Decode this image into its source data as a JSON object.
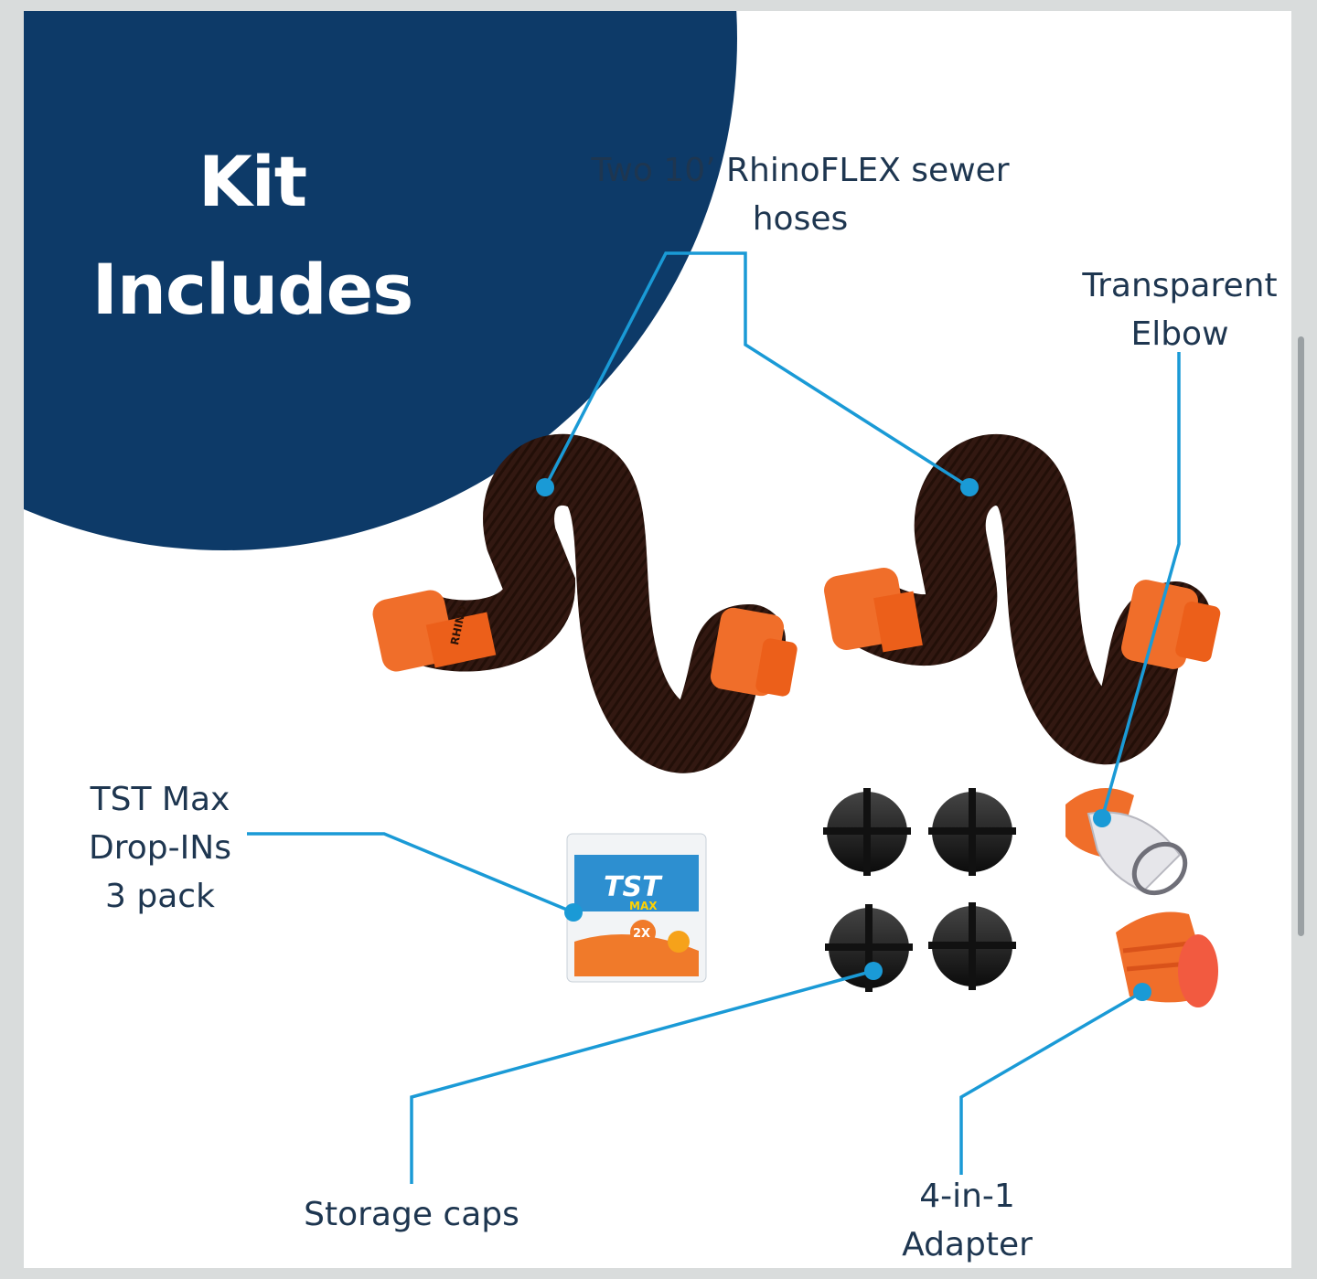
{
  "badge": {
    "line1": "Kit",
    "line2": "Includes",
    "color": "#0d3a68"
  },
  "callouts": {
    "hoses": {
      "line1": "Two 10’ RhinoFLEX sewer",
      "line2": "hoses"
    },
    "elbow": {
      "line1": "Transparent",
      "line2": "Elbow"
    },
    "tst": {
      "line1": "TST Max",
      "line2": "Drop-INs",
      "line3": "3 pack"
    },
    "caps": {
      "line1": "Storage caps"
    },
    "adapter": {
      "line1": "4-in-1",
      "line2": "Adapter"
    }
  },
  "products": {
    "hose_brand_mark": "RHINO",
    "packet_brand": "TST",
    "packet_sub": "MAX",
    "packet_badge": "2X"
  },
  "colors": {
    "leader_line": "#1a9ad6",
    "hose": "#3a1d15",
    "fitting": "#f06e2a",
    "cap": "#1e1e1e",
    "text": "#1e3650"
  },
  "icons": [
    "hose-image",
    "elbow-image",
    "cap-image",
    "adapter-image",
    "packet-image",
    "scrollbar"
  ]
}
